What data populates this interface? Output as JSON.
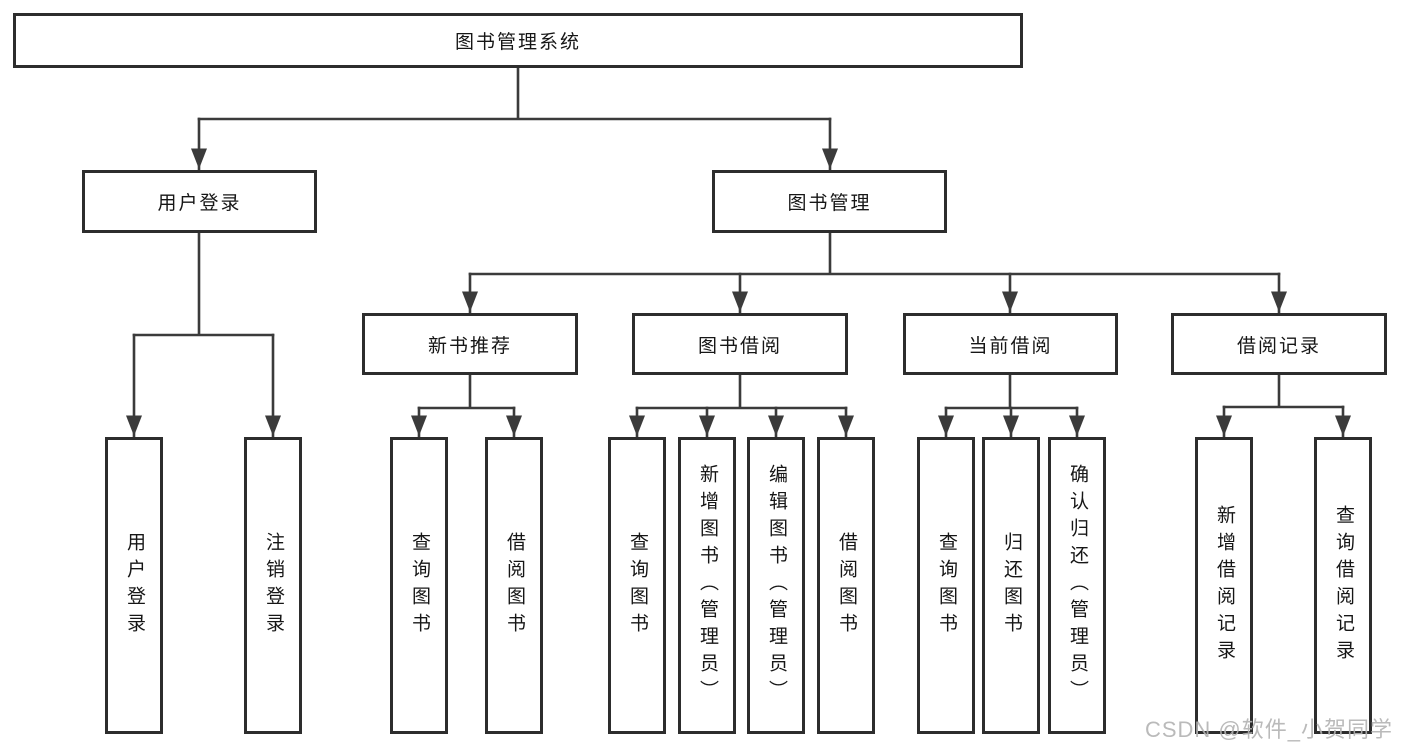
{
  "tree": {
    "root": {
      "label": "图书管理系统"
    },
    "branches": [
      {
        "label": "用户登录",
        "leaves": [
          "用户登录",
          "注销登录"
        ]
      },
      {
        "label": "图书管理",
        "children": [
          {
            "label": "新书推荐",
            "leaves": [
              "查询图书",
              "借阅图书"
            ]
          },
          {
            "label": "图书借阅",
            "leaves": [
              "查询图书",
              "新增图书（管理员）",
              "编辑图书（管理员）",
              "借阅图书"
            ]
          },
          {
            "label": "当前借阅",
            "leaves": [
              "查询图书",
              "归还图书",
              "确认归还（管理员）"
            ]
          },
          {
            "label": "借阅记录",
            "leaves": [
              "新增借阅记录",
              "查询借阅记录"
            ]
          }
        ]
      }
    ]
  },
  "watermark": {
    "label": "CSDN @软件_小贺同学"
  },
  "colors": {
    "line": "#3b3b3b",
    "border": "#2d2d2d",
    "text": "#161616",
    "background": "#ffffff",
    "watermark": "#b3b3b3"
  }
}
